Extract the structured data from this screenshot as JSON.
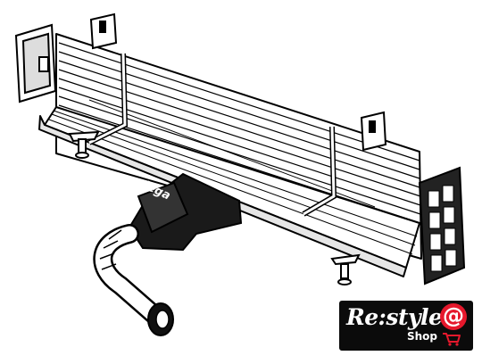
{
  "logo": {
    "main_text": "Re:style",
    "sub_text": "Shop",
    "badge_symbol": "@",
    "background": "#0b0b0b",
    "accent": "#e5182c",
    "cart_icon": "shopping-cart-icon"
  },
  "product": {
    "brand_mark": "viega"
  }
}
